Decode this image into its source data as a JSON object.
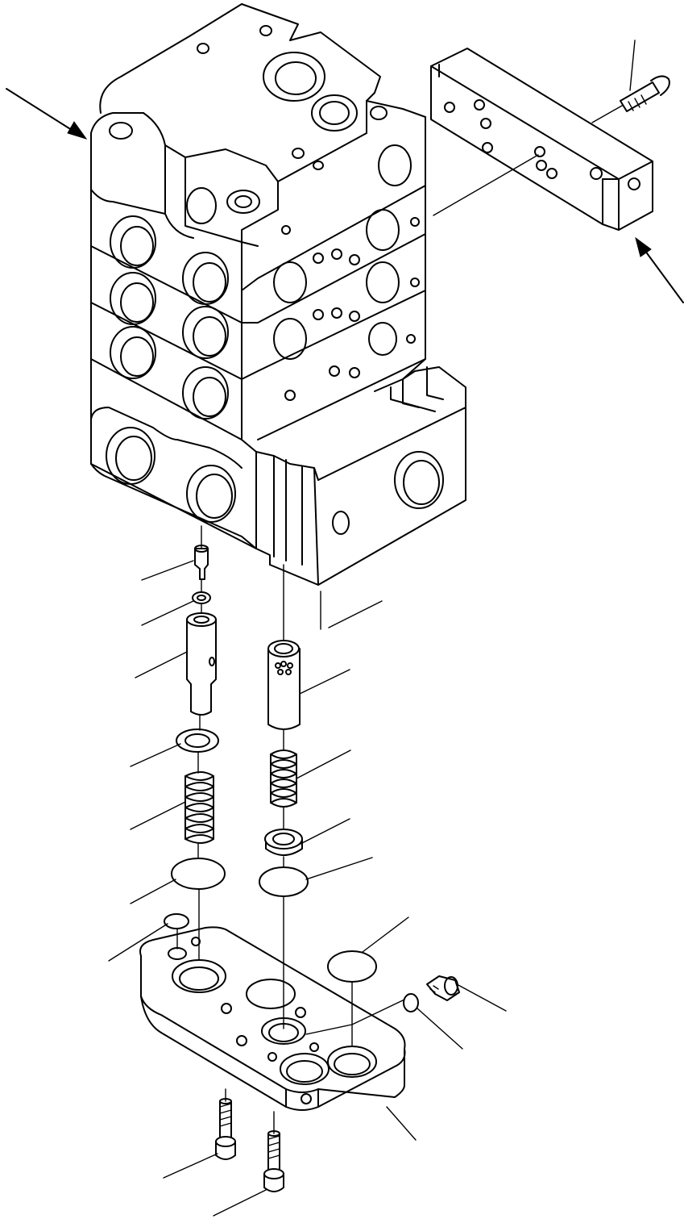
{
  "diagram": {
    "kind": "exploded-parts-view",
    "subject_components": [
      "valve-block",
      "end-block",
      "mounting-bracket",
      "bracket-bolt",
      "pilot-pin",
      "small-seal-ring",
      "left-plunger",
      "left-spring-seat",
      "left-spring",
      "left-o-ring",
      "right-sleeve",
      "right-spring",
      "right-spring-seat",
      "right-o-ring",
      "small-o-ring-left",
      "cover-plate",
      "large-o-ring",
      "plug-o-ring",
      "plug",
      "cover-bolt-left",
      "cover-bolt-right"
    ],
    "callout_count": 19,
    "callout_labels": [],
    "line_color": "#000000",
    "background_color": "#ffffff"
  }
}
